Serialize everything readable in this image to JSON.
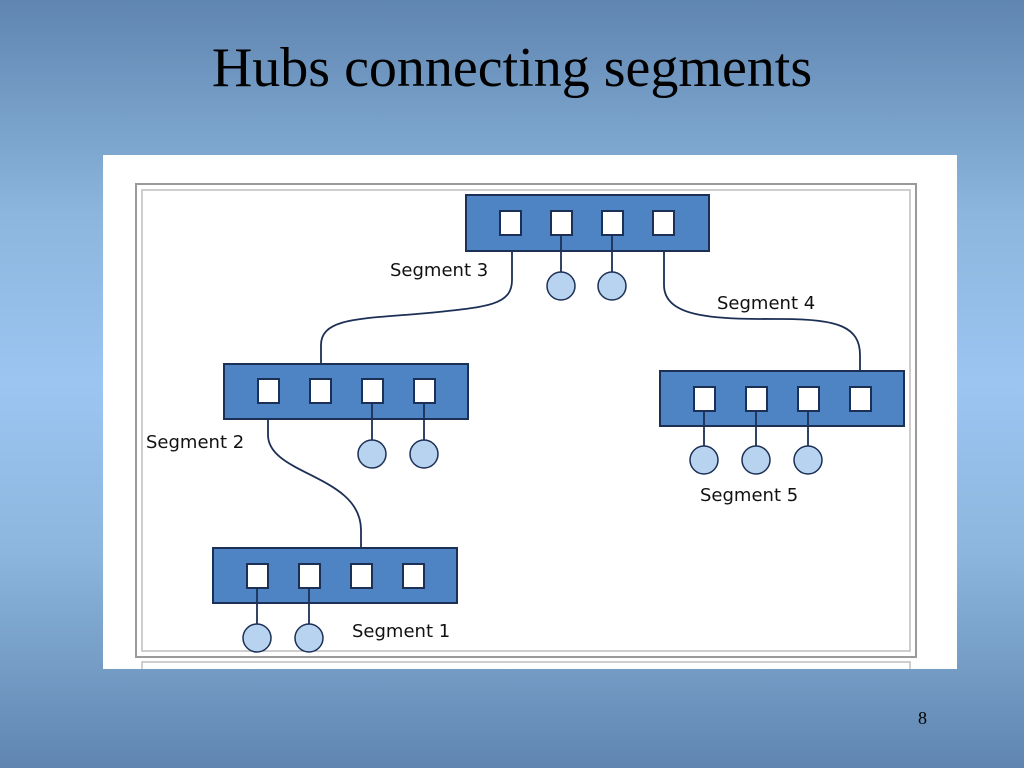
{
  "slide": {
    "title": "Hubs connecting segments",
    "page_number": "8"
  },
  "diagram": {
    "segments": [
      "Segment 1",
      "Segment 2",
      "Segment 3",
      "Segment 4",
      "Segment 5"
    ],
    "colors": {
      "hub": "#4f84c4",
      "host": "#b7d3f0",
      "port": "#ffffff",
      "line": "#1c2f55"
    }
  }
}
